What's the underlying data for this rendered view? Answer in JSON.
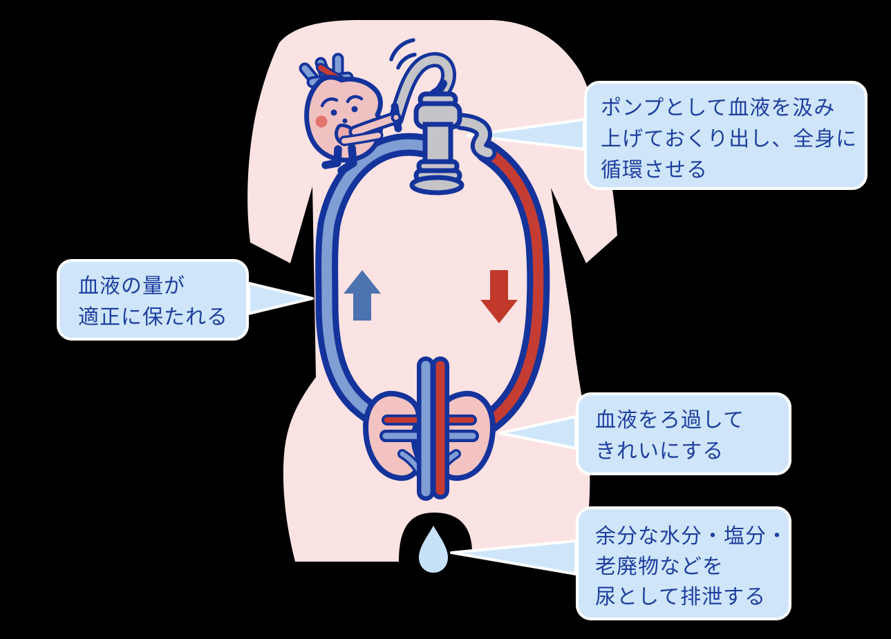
{
  "colors": {
    "background": "#000000",
    "body": "#fce3e3",
    "outline": "#14339b",
    "vein": "#7f9ed3",
    "artery": "#c53c33",
    "arrow_up": "#4c72af",
    "arrow_down": "#c0392b",
    "kidney": "#f2c3c1",
    "heart_face": "#f0c1c1",
    "cheek": "#e4756d",
    "mouth": "#eba9a9",
    "pump_gray": "#c5c4c8",
    "drop": "#c7e1f8",
    "bubble_fill": "#cfe6fa",
    "bubble_border": "#ffffff",
    "text": "#1e3f9f"
  },
  "callouts": {
    "pump": {
      "lines": [
        "ポンプとして血液を汲み",
        "上げておくり出し、全身に",
        "循環させる"
      ]
    },
    "blood_volume": {
      "lines": [
        "血液の量が",
        "適正に保たれる"
      ]
    },
    "kidney_filter": {
      "lines": [
        "血液をろ過して",
        "きれいにする"
      ]
    },
    "urine": {
      "lines": [
        "余分な水分・塩分・",
        "老廃物などを",
        "尿として排泄する"
      ]
    }
  },
  "icons": {
    "body": "body-silhouette",
    "heart": "heart-character-icon",
    "pump": "hand-pump-icon",
    "loop_vein": "circulation-vein-loop",
    "loop_artery": "circulation-artery-loop",
    "up_arrow": "venous-flow-up-arrow",
    "down_arrow": "arterial-flow-down-arrow",
    "kidneys": "kidneys-icon",
    "urine_drop": "urine-drop-icon"
  }
}
